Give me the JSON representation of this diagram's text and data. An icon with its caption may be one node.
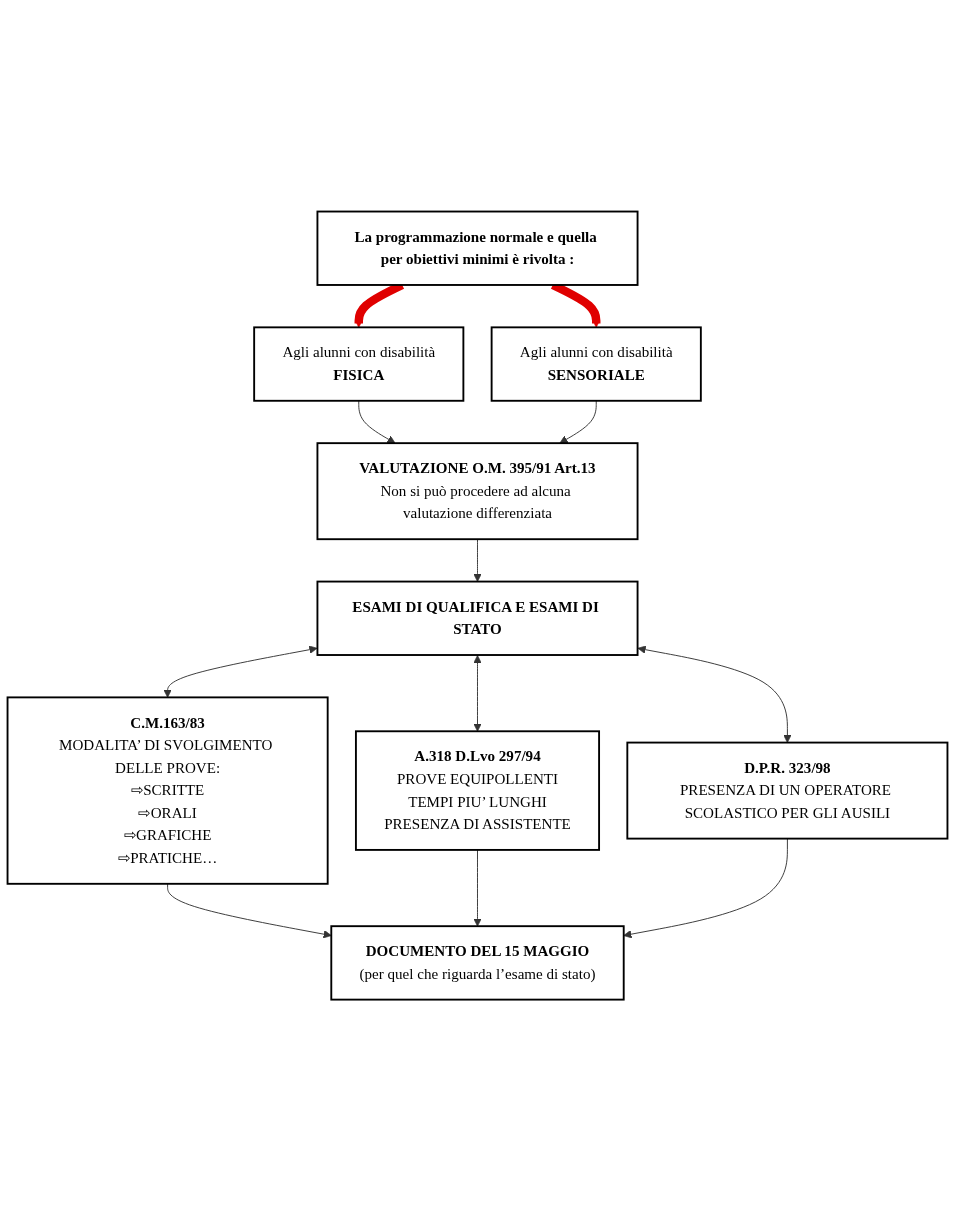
{
  "diagram": {
    "nodes": [
      {
        "text": [
          "La programmazione normale e quella per obiettivi minimi è rivolta :"
        ]
      },
      {
        "text": [
          "Agli alunni con disabilità",
          "FISICA"
        ]
      },
      {
        "text": [
          "Agli alunni con disabilità",
          "SENSORIALE"
        ]
      },
      {
        "text": [
          "VALUTAZIONE O.M. 395/91 Art.13",
          "Non si può procedere ad alcuna valutazione differenziata"
        ]
      },
      {
        "text": [
          "ESAMI DI QUALIFICA E ESAMI DI STATO"
        ]
      },
      {
        "text": [
          "C.M.163/83",
          "MODALITA’ DI SVOLGIMENTO DELLE PROVE:",
          "⇨SCRITTE",
          "⇨ORALI",
          "⇨GRAFICHE",
          "⇨PRATICHE…"
        ]
      },
      {
        "text": [
          "A.318 D.Lvo 297/94",
          "PROVE EQUIPOLLENTI",
          "TEMPI PIU’ LUNGHI",
          "PRESENZA DI ASSISTENTE"
        ]
      },
      {
        "text": [
          "D.P.R. 323/98",
          "PRESENZA DI UN OPERATORE SCOLASTICO PER GLI AUSILI"
        ]
      },
      {
        "text": [
          "DOCUMENTO DEL 15 MAGGIO",
          "(per quel che riguarda l’esame di stato)"
        ]
      }
    ],
    "edges": [
      {
        "from": 0,
        "to": 1,
        "arrow": "to",
        "style": "thick",
        "color": "#e00000"
      },
      {
        "from": 0,
        "to": 2,
        "arrow": "to",
        "style": "thick",
        "color": "#e00000"
      },
      {
        "from": 1,
        "to": 3,
        "arrow": "to"
      },
      {
        "from": 2,
        "to": 3,
        "arrow": "to"
      },
      {
        "from": 3,
        "to": 4,
        "arrow": "to"
      },
      {
        "from": 4,
        "to": 5,
        "arrow": "both"
      },
      {
        "from": 4,
        "to": 6,
        "arrow": "both"
      },
      {
        "from": 4,
        "to": 7,
        "arrow": "both"
      },
      {
        "from": 5,
        "to": 8,
        "arrow": "to"
      },
      {
        "from": 6,
        "to": 8,
        "arrow": "to"
      },
      {
        "from": 7,
        "to": 8,
        "arrow": "to"
      }
    ]
  }
}
